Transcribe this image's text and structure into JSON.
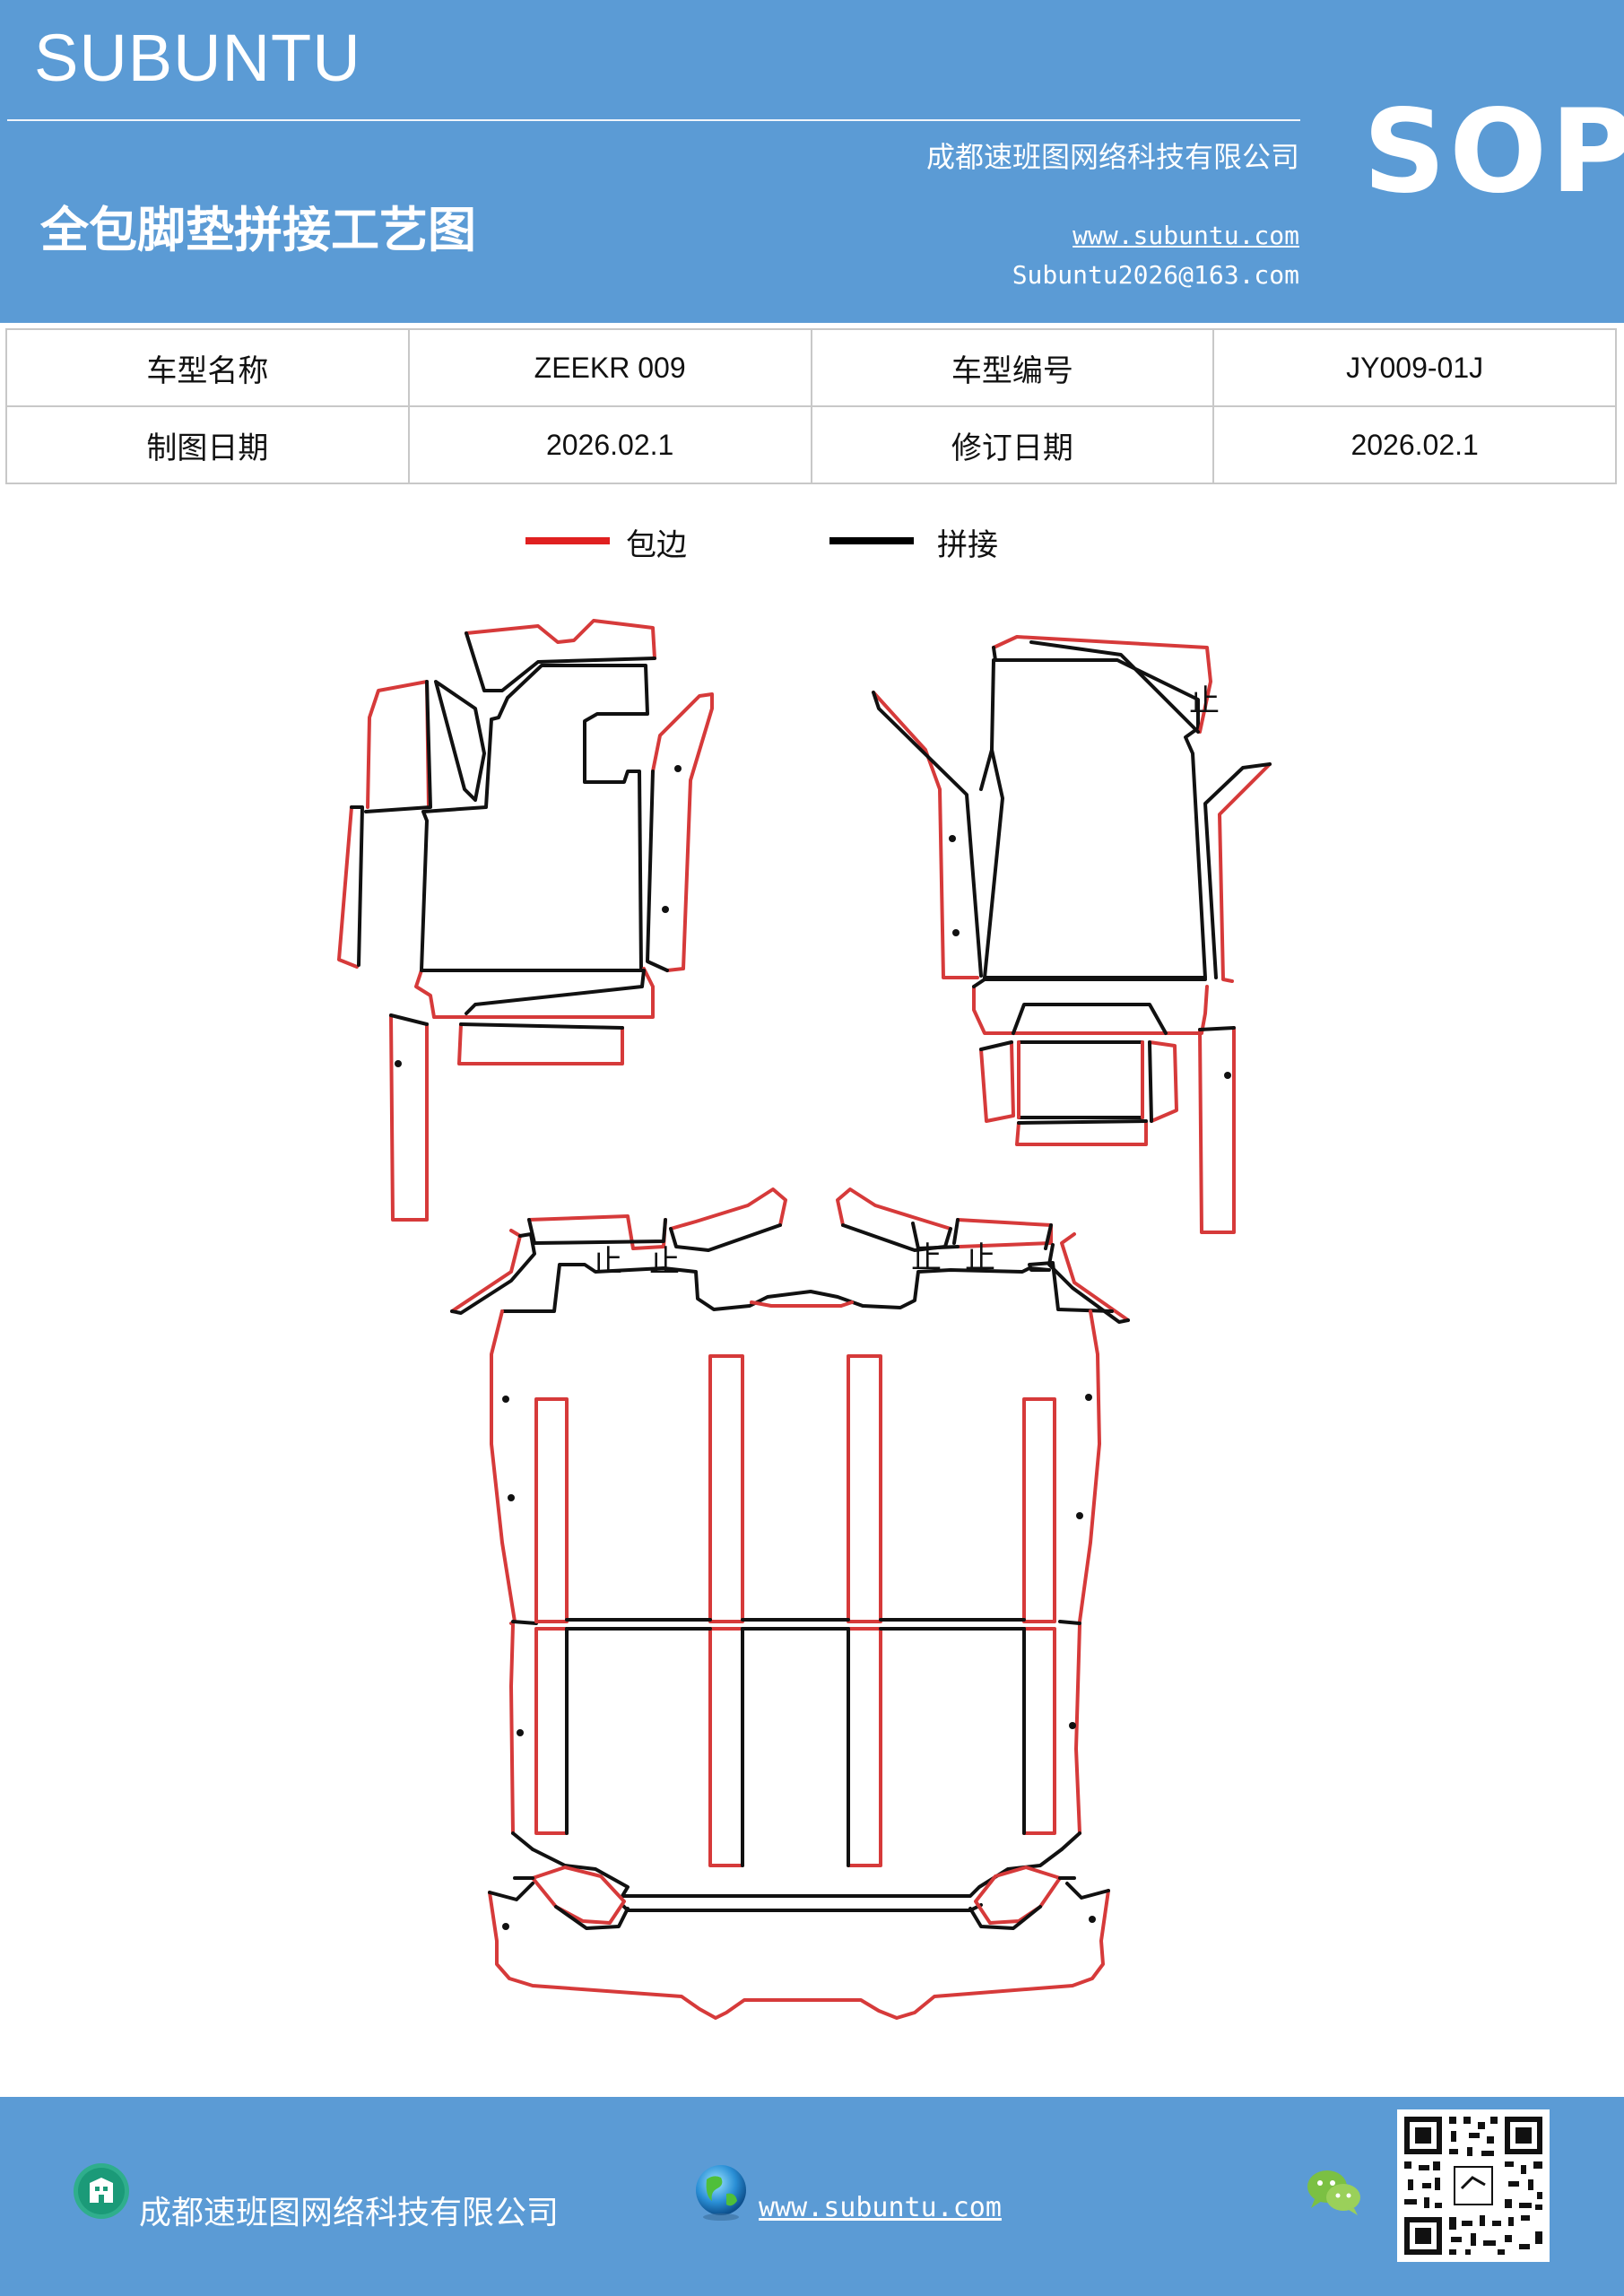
{
  "header": {
    "brand": "SUBUNTU",
    "company": "成都速班图网络科技有限公司",
    "title": "全包脚垫拼接工艺图",
    "website": "www.subuntu.com",
    "email": "Subuntu2026@163.com",
    "badge": "SOP"
  },
  "info_table": {
    "rows": [
      {
        "label1": "车型名称",
        "value1": "ZEEKR  009",
        "label2": "车型编号",
        "value2": "JY009-01J"
      },
      {
        "label1": "制图日期",
        "value1": "2026.02.1",
        "label2": "修订日期",
        "value2": "2026.02.1"
      }
    ]
  },
  "legend": {
    "items": [
      {
        "label": "包边",
        "color": "#e02020"
      },
      {
        "label": "拼接",
        "color": "#000000"
      }
    ]
  },
  "drawing": {
    "edge_color": "#d63a3a",
    "seam_color": "#111111",
    "stop_mark": "止"
  },
  "footer": {
    "company": "成都速班图网络科技有限公司",
    "website": "www.subuntu.com",
    "icons": [
      "building-icon",
      "globe-icon",
      "wechat-icon",
      "qr-code"
    ]
  }
}
